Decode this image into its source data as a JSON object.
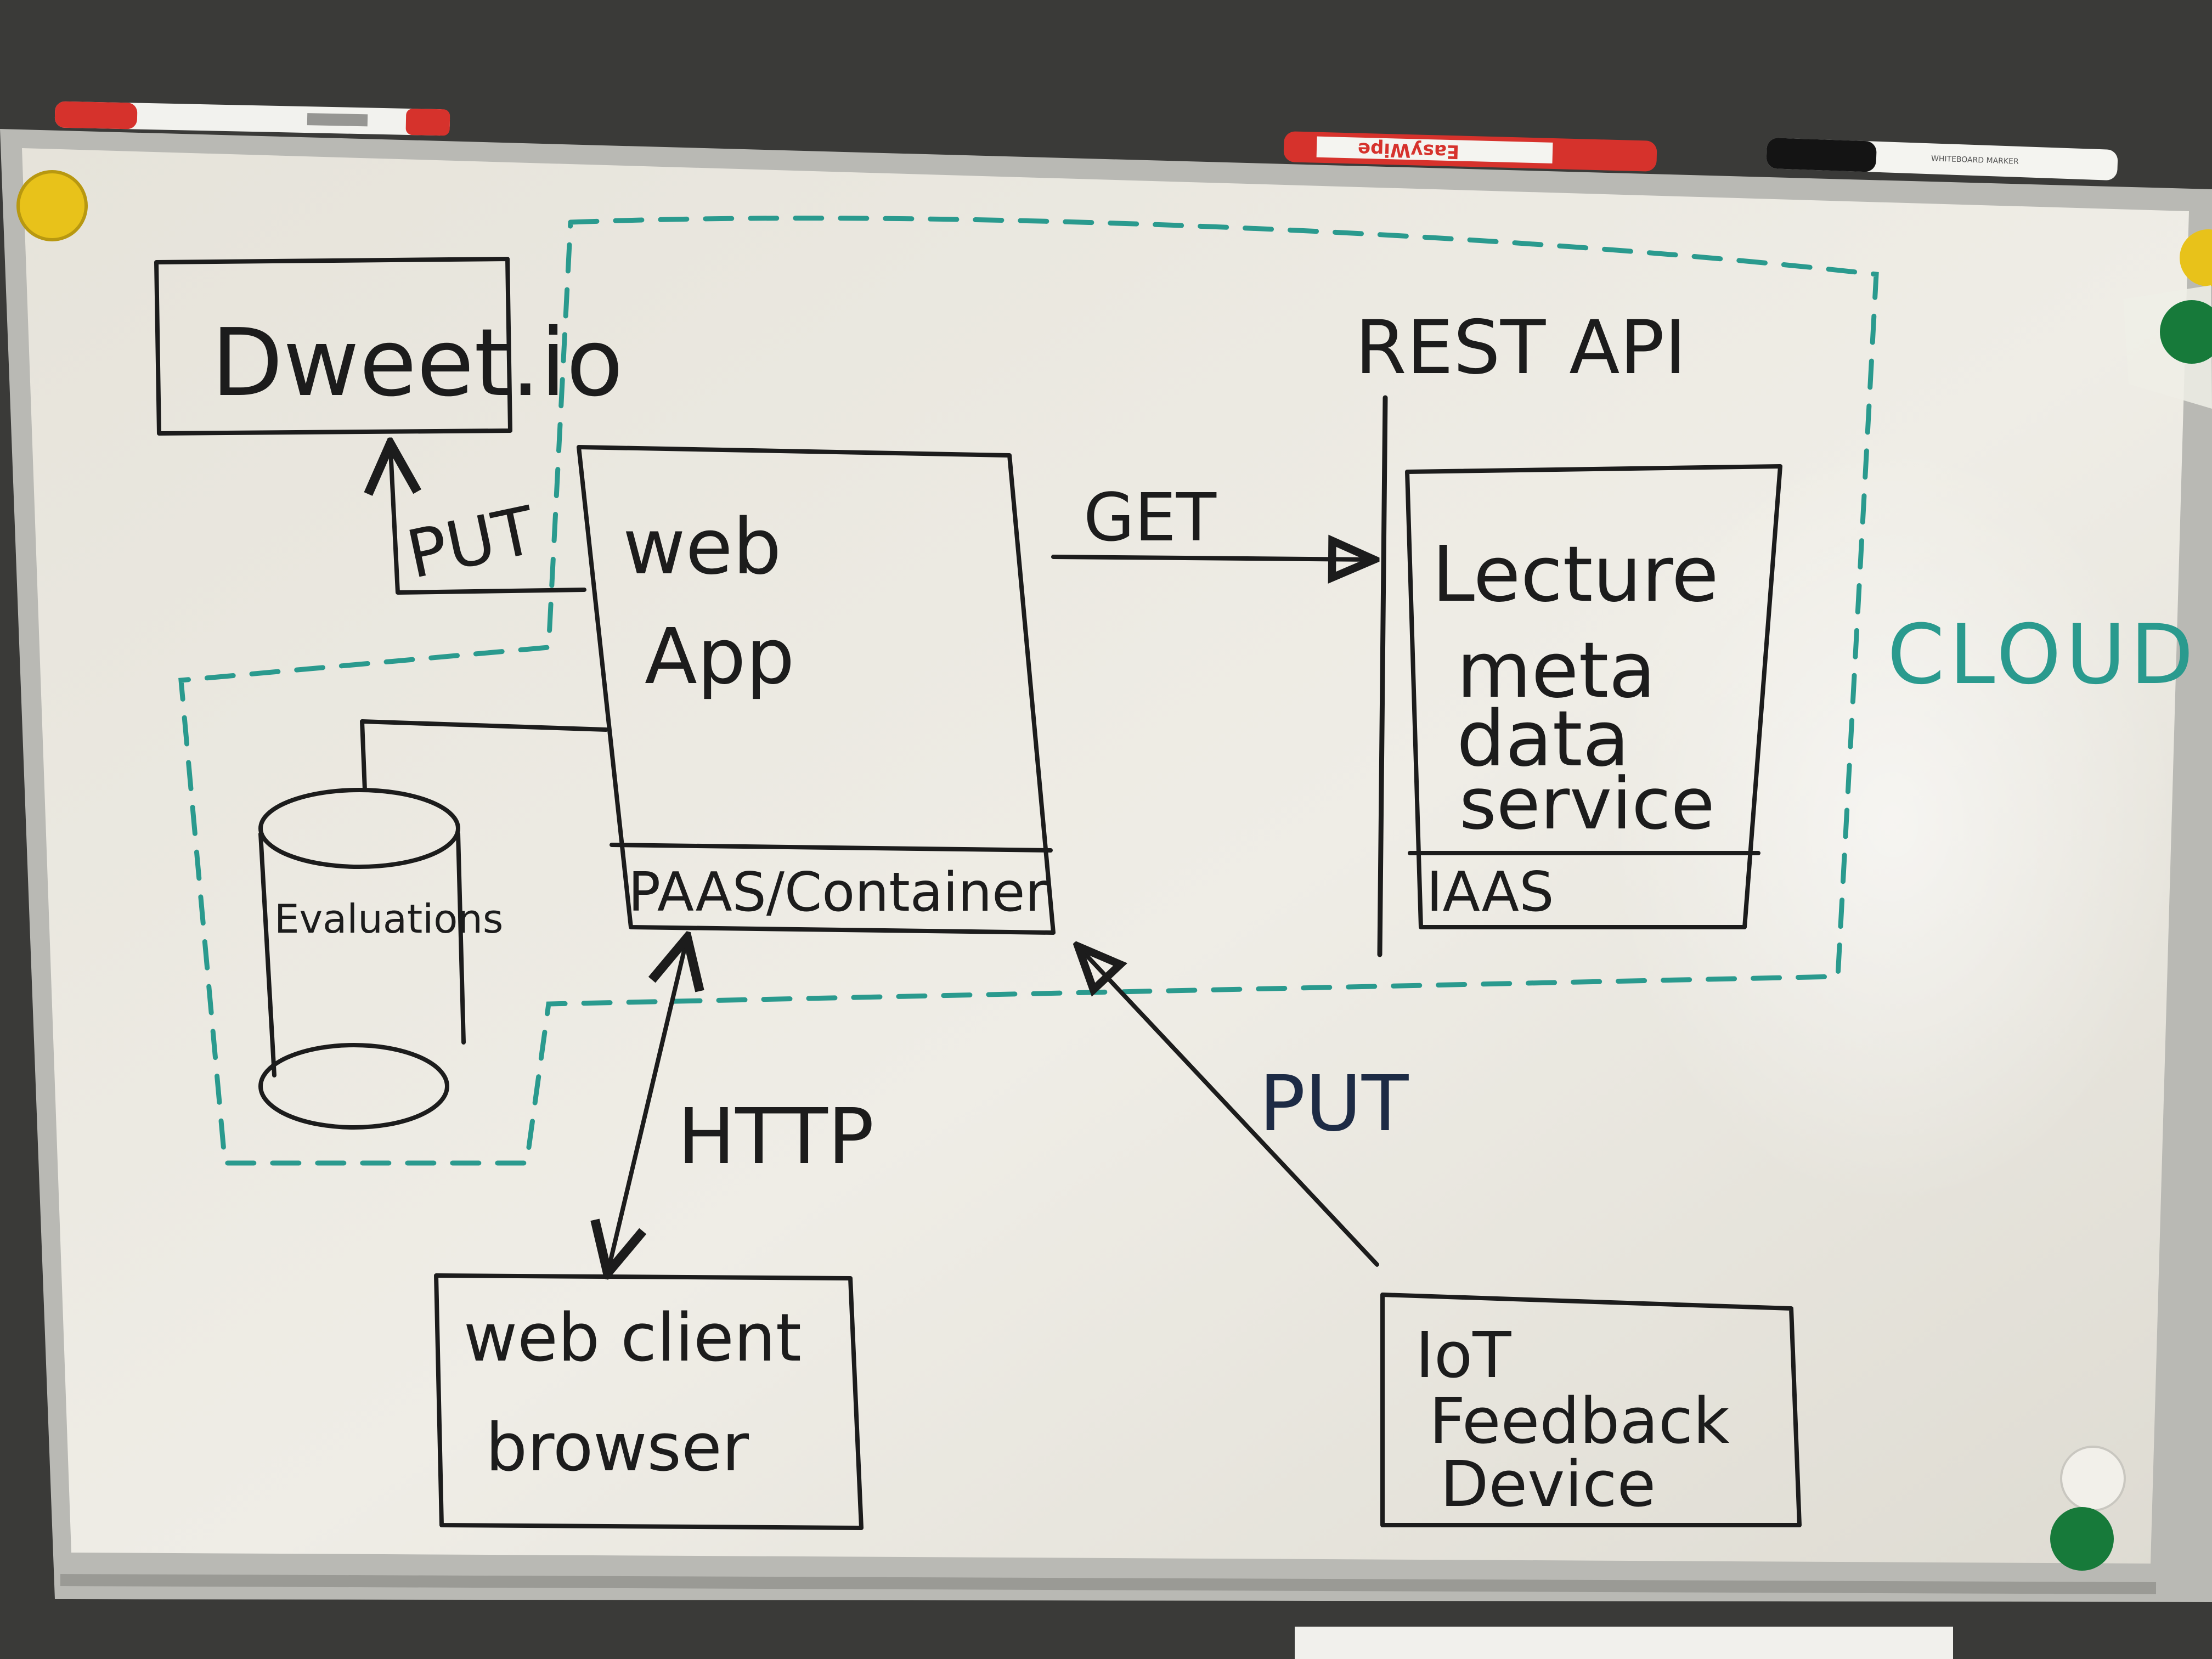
{
  "markers": {
    "red_left_label": "",
    "red_right_label": "EasyWipe",
    "black_label": "WHITEBOARD MARKER"
  },
  "diagram": {
    "dweet_label": "Dweet.io",
    "put_top_label": "PUT",
    "web_app_line1": "web",
    "web_app_line2": "App",
    "paas_label": "PAAS/Container",
    "get_label": "GET",
    "rest_api_label": "REST API",
    "service_line1": "Lecture",
    "service_line2": "meta",
    "service_line3": "data",
    "service_line4": "service",
    "iaas_label": "IAAS",
    "cloud_label": "CLOUD",
    "db_label": "Evaluations",
    "http_label": "HTTP",
    "put_bottom_label": "PUT",
    "client_line1": "web client",
    "client_line2": "browser",
    "iot_line1": "IoT",
    "iot_line2": "Feedback",
    "iot_line3": "Device"
  },
  "colors": {
    "wall": "#3a3a38",
    "board": "#ebe8df",
    "frame": "#b9b9b4",
    "ink_black": "#1c1c1c",
    "ink_blue": "#1d2b45",
    "ink_teal": "#2a9a8e",
    "magnet_yellow": "#e8c21a",
    "magnet_green": "#177a3a",
    "magnet_white": "#f2f0ea",
    "marker_red": "#d6322c"
  }
}
